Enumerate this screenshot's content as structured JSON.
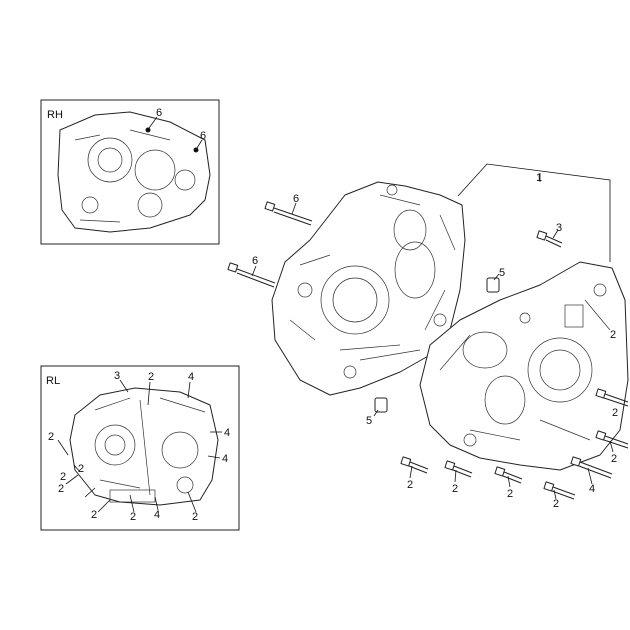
{
  "insets": {
    "rh": {
      "title": "RH",
      "callouts": [
        "6",
        "6"
      ]
    },
    "rl": {
      "title": "RL",
      "callouts": [
        "3",
        "2",
        "4",
        "2",
        "4",
        "2",
        "4",
        "2",
        "2",
        "2",
        "2",
        "4",
        "2"
      ]
    }
  },
  "main": {
    "callouts": [
      "1",
      "6",
      "6",
      "3",
      "5",
      "5",
      "2",
      "2",
      "2",
      "2",
      "2",
      "2",
      "4",
      "2"
    ]
  }
}
